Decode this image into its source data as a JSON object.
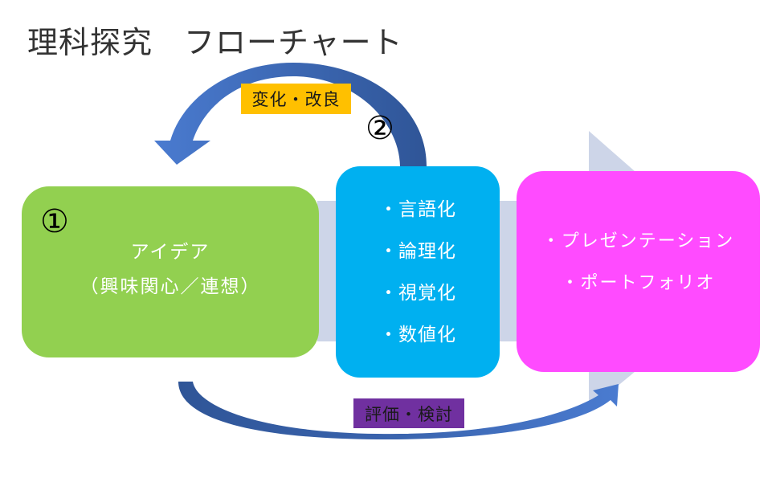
{
  "title": "理科探究　フローチャート",
  "colors": {
    "background_arrow": "#CDD5E8",
    "idea_box": "#92D050",
    "process_box": "#00B0F0",
    "output_box": "#FF4BFF",
    "cycle_arrow": "#4472C4",
    "change_label_bg": "#FFC000",
    "evaluate_label_bg": "#7030A0",
    "box_text": "#FFFFFF"
  },
  "steps": [
    {
      "number": "①",
      "lines": [
        "アイデア",
        "（興味関心／連想）"
      ]
    },
    {
      "number": "②",
      "lines": [
        "・言語化",
        "・論理化",
        "・視覚化",
        "・数値化"
      ]
    },
    {
      "lines": [
        "・プレゼンテーション",
        "・ポートフォリオ"
      ]
    }
  ],
  "arrows": {
    "top_cycle_label": "変化・改良",
    "bottom_cycle_label": "評価・検討"
  }
}
